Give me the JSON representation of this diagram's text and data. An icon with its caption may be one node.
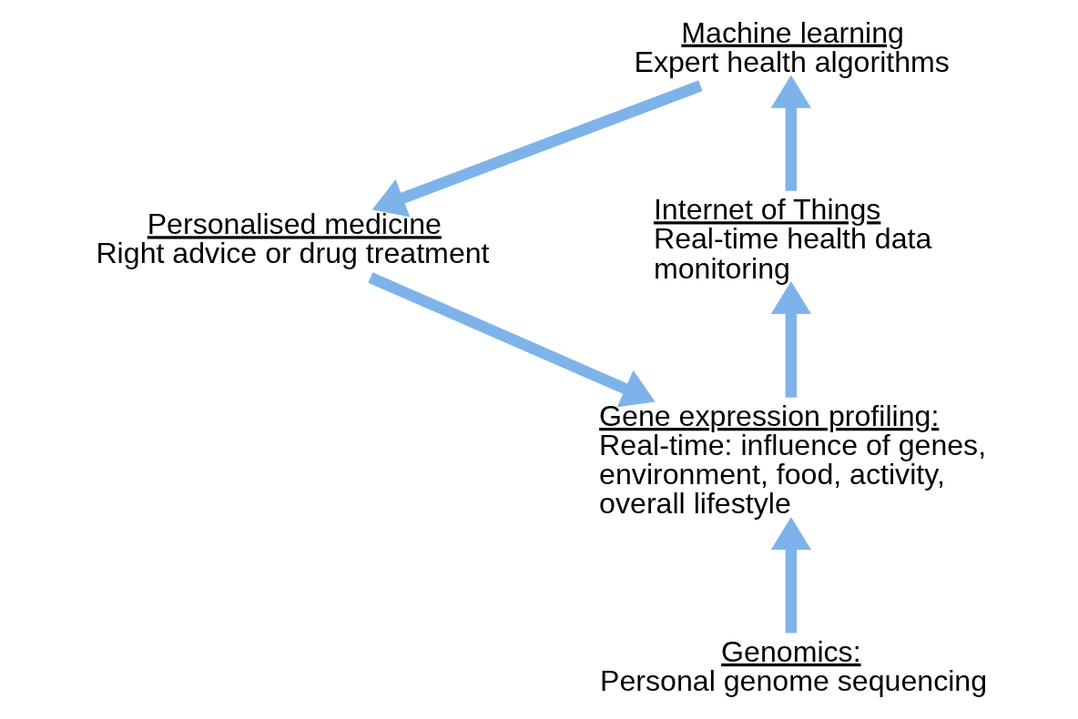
{
  "diagram": {
    "nodes": [
      {
        "text": [
          "Machine learning",
          "Expert health algorithms"
        ]
      },
      {
        "text": [
          "Personalised medicine",
          "Right advice or drug treatment"
        ]
      },
      {
        "text": [
          "Gene expression profiling:",
          "Real-time: influence of genes, environment, food, activity, overall lifestyle"
        ]
      },
      {
        "text": [
          "Internet of Things",
          "Real-time health data monitoring"
        ]
      },
      {
        "text": [
          "Genomics:",
          "Personal genome sequencing"
        ]
      }
    ],
    "edges": [
      {
        "from": 3,
        "to": 0,
        "arrow": "to"
      },
      {
        "from": 0,
        "to": 1,
        "arrow": "to"
      },
      {
        "from": 1,
        "to": 2,
        "arrow": "to"
      },
      {
        "from": 2,
        "to": 3,
        "arrow": "to"
      },
      {
        "from": 4,
        "to": 2,
        "arrow": "to"
      }
    ]
  }
}
